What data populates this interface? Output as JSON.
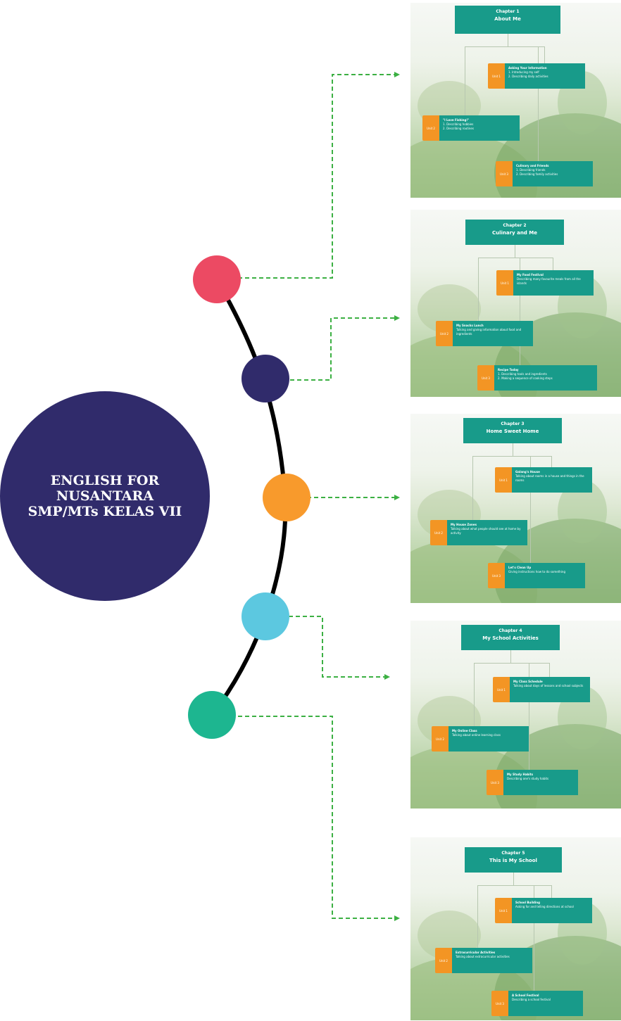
{
  "hub": {
    "title": "ENGLISH FOR\nNUSANTARA\nSMP/MTs KELAS VII",
    "color": "#302b6b"
  },
  "timeline": {
    "nodes": [
      {
        "color": "#ec4a63"
      },
      {
        "color": "#302b6b"
      },
      {
        "color": "#f89a2c"
      },
      {
        "color": "#5cc8e0"
      },
      {
        "color": "#1db690"
      }
    ],
    "arrow_color": "#3cb043"
  },
  "chapters": [
    {
      "chapter_label": "Chapter 1",
      "chapter_title": "About Me",
      "units": [
        {
          "tag": "Unit 1",
          "title": "Asking Your Information",
          "desc": "1. Introducing my self\n2. Describing daily activities"
        },
        {
          "tag": "Unit 2",
          "title": "\"I Love Fishing!\"",
          "desc": "1. Describing hobbies\n2. Describing routines"
        },
        {
          "tag": "Unit 3",
          "title": "Culinary and Friends",
          "desc": "1. Describing friends\n2. Describing family activities"
        }
      ]
    },
    {
      "chapter_label": "Chapter 2",
      "chapter_title": "Culinary and Me",
      "units": [
        {
          "tag": "Unit 1",
          "title": "My Food Festival",
          "desc": "Describing many favourite meals from all the islands"
        },
        {
          "tag": "Unit 2",
          "title": "My Snacks Lunch",
          "desc": "Talking and giving information about food and ingredients"
        },
        {
          "tag": "Unit 3",
          "title": "Recipe Today",
          "desc": "1. Describing tools and ingredients\n2. Making a sequence of cooking steps"
        }
      ]
    },
    {
      "chapter_label": "Chapter 3",
      "chapter_title": "Home Sweet Home",
      "units": [
        {
          "tag": "Unit 1",
          "title": "Galang's House",
          "desc": "Talking about rooms in a house and things in the rooms"
        },
        {
          "tag": "Unit 2",
          "title": "My House Zones",
          "desc": "Talking about what people should see at home by activity"
        },
        {
          "tag": "Unit 3",
          "title": "Let's Clean Up",
          "desc": "Giving instructions how to do something"
        }
      ]
    },
    {
      "chapter_label": "Chapter 4",
      "chapter_title": "My School Activities",
      "units": [
        {
          "tag": "Unit 1",
          "title": "My Class Schedule",
          "desc": "Talking about days of lessons and school subjects"
        },
        {
          "tag": "Unit 2",
          "title": "My Online Class",
          "desc": "Talking about online learning class"
        },
        {
          "tag": "Unit 3",
          "title": "My Study Habits",
          "desc": "Describing one's study habits"
        }
      ]
    },
    {
      "chapter_label": "Chapter 5",
      "chapter_title": "This is My School",
      "units": [
        {
          "tag": "Unit 1",
          "title": "School Building",
          "desc": "Asking for and telling directions at school"
        },
        {
          "tag": "Unit 2",
          "title": "Extracurricular Activities",
          "desc": "Talking about extracurricular activities"
        },
        {
          "tag": "Unit 3",
          "title": "A School Festival",
          "desc": "Describing a school festival"
        }
      ]
    }
  ]
}
